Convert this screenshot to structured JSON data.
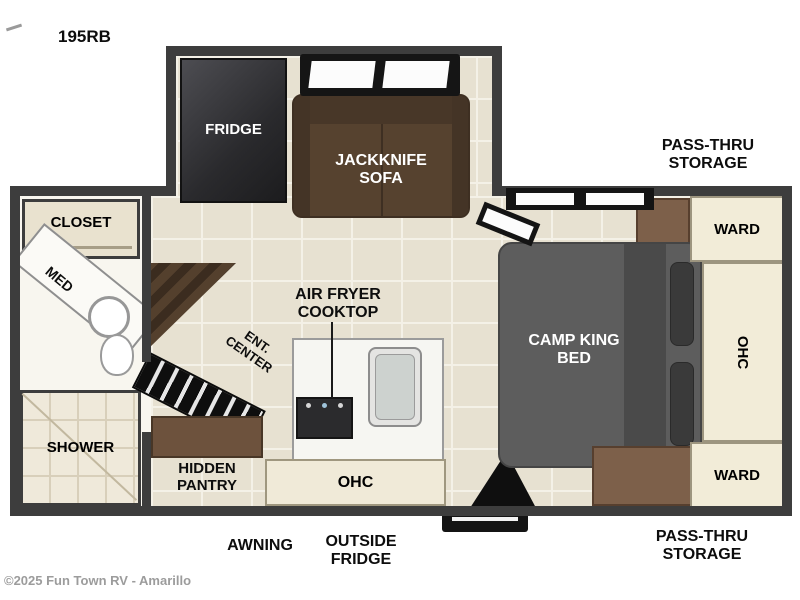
{
  "model": "195RB",
  "watermark": "©2025 Fun Town RV - Amarillo",
  "labels": {
    "fridge": "FRIDGE",
    "jackknife_sofa": "JACKKNIFE SOFA",
    "pass_thru_storage_top": "PASS-THRU STORAGE",
    "pass_thru_storage_bottom": "PASS-THRU STORAGE",
    "ward_top": "WARD",
    "ward_bottom": "WARD",
    "ohc_bedroom": "OHC",
    "camp_king_bed": "CAMP KING BED",
    "air_fryer_cooktop": "AIR FRYER COOKTOP",
    "ent_center": "ENT. CENTER",
    "closet": "CLOSET",
    "med": "MED",
    "shower": "SHOWER",
    "hidden_pantry": "HIDDEN PANTRY",
    "ohc_kitchen": "OHC",
    "awning": "AWNING",
    "outside_fridge": "OUTSIDE FRIDGE"
  },
  "colors": {
    "wall": "#3d3d3d",
    "floor_tile": "#e7e1d1",
    "grout": "#f4f1e7",
    "sofa_brown": "#56422f",
    "wood_brown": "#7d604a",
    "bed_gray": "#5d5d5d",
    "cabinet_cream": "#f2ecd8",
    "counter_white": "#f6f6f2",
    "fixture_black": "#141414"
  }
}
